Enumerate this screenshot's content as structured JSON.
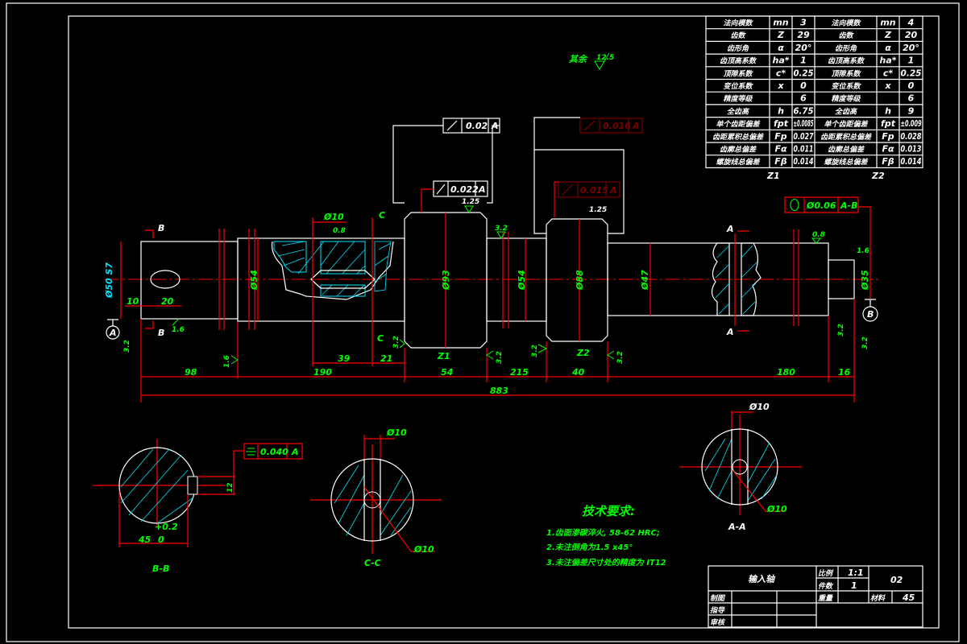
{
  "colors": {
    "background": "#000000",
    "outline": "#ffffff",
    "dimension": "#ff0000",
    "text": "#00ff00",
    "hatch": "#00e5ff"
  },
  "gear_table": {
    "rows": [
      {
        "label": "法向模数",
        "sym": "mn",
        "z1": "3",
        "label2": "法向模数",
        "sym2": "mn",
        "z2": "4"
      },
      {
        "label": "齿数",
        "sym": "Z",
        "z1": "29",
        "label2": "齿数",
        "sym2": "Z",
        "z2": "20"
      },
      {
        "label": "齿形角",
        "sym": "α",
        "z1": "20°",
        "label2": "齿形角",
        "sym2": "α",
        "z2": "20°"
      },
      {
        "label": "齿顶高系数",
        "sym": "ha*",
        "z1": "1",
        "label2": "齿顶高系数",
        "sym2": "ha*",
        "z2": "1"
      },
      {
        "label": "顶隙系数",
        "sym": "c*",
        "z1": "0.25",
        "label2": "顶隙系数",
        "sym2": "c*",
        "z2": "0.25"
      },
      {
        "label": "变位系数",
        "sym": "x",
        "z1": "0",
        "label2": "变位系数",
        "sym2": "x",
        "z2": "0"
      },
      {
        "label": "精度等级",
        "sym": "",
        "z1": "6",
        "label2": "精度等级",
        "sym2": "",
        "z2": "6"
      },
      {
        "label": "全齿高",
        "sym": "h",
        "z1": "6.75",
        "label2": "全齿高",
        "sym2": "h",
        "z2": "9"
      },
      {
        "label": "单个齿距偏差",
        "sym": "fpt",
        "z1": "±0.0085",
        "label2": "单个齿距偏差",
        "sym2": "fpt",
        "z2": "±0.009"
      },
      {
        "label": "齿距累积总偏差",
        "sym": "Fp",
        "z1": "0.027",
        "label2": "齿距累积总偏差",
        "sym2": "Fp",
        "z2": "0.028"
      },
      {
        "label": "齿廓总偏差",
        "sym": "Fα",
        "z1": "0.011",
        "label2": "齿廓总偏差",
        "sym2": "Fα",
        "z2": "0.013"
      },
      {
        "label": "螺旋线总偏差",
        "sym": "Fβ",
        "z1": "0.014",
        "label2": "螺旋线总偏差",
        "sym2": "Fβ",
        "z2": "0.014"
      }
    ],
    "z1_label": "Z1",
    "z2_label": "Z2"
  },
  "surface_note": {
    "label": "其余",
    "value": "12.5"
  },
  "main_view": {
    "dia_left": "Ø50 S7",
    "dia_54a": "Ø54",
    "dia_hole": "Ø10",
    "dia_z1": "Ø93",
    "dia_54b": "Ø54",
    "dia_z2": "Ø88",
    "dia_47": "Ø47",
    "dia_35": "Ø35",
    "key_10": "10",
    "key_20": "20",
    "len_39": "39",
    "len_21": "21",
    "len_98": "98",
    "len_190": "190",
    "len_54": "54",
    "len_215": "215",
    "len_40": "40",
    "len_180": "180",
    "len_16": "16",
    "len_total": "883",
    "gear1": "Z1",
    "gear2": "Z2",
    "sec_c": "C",
    "sec_b": "B",
    "sec_a": "A",
    "datum_a": "A",
    "datum_b": "B",
    "roughness": [
      "1.25",
      "1.25",
      "3.2",
      "0.8",
      "1.6",
      "1.6",
      "3.2",
      "1.6",
      "3.2",
      "3.2",
      "3.2",
      "3.2",
      "3.2",
      "3.2",
      "0.8"
    ],
    "tol_runout_1": {
      "value": "0.02",
      "datum": "A"
    },
    "tol_runout_2": {
      "value": "0.022",
      "datum": "A"
    },
    "tol_runout_3": {
      "value": "0.016",
      "datum": "A"
    },
    "tol_runout_4": {
      "value": "0.015",
      "datum": "A"
    },
    "tol_coaxial": {
      "value": "Ø0.06",
      "datum": "A-B"
    }
  },
  "section_bb": {
    "label": "B-B",
    "width": "45",
    "tol_upper": "+0.2",
    "tol_lower": "0",
    "key_width": "12",
    "tol_symmetry": {
      "value": "0.040",
      "datum": "A"
    }
  },
  "section_cc": {
    "label": "C-C",
    "dia_top": "Ø10",
    "dia_hole": "Ø10"
  },
  "section_aa": {
    "label": "A-A",
    "dia_top": "Ø10",
    "dia_hole": "Ø10"
  },
  "tech_req": {
    "title": "技术要求:",
    "items": [
      "1.齿面渗碳淬火, 58-62  HRC;",
      "2.未注倒角为1.5  x45°",
      "3.未注偏差尺寸处的精度为       IT12"
    ]
  },
  "title_block": {
    "part_name": "输入轴",
    "scale_label": "比例",
    "scale": "1:1",
    "qty_label": "件数",
    "qty": "1",
    "drawing_no": "02",
    "drawn_label": "制图",
    "guide_label": "指导",
    "review_label": "审核",
    "weight_label": "重量",
    "material_label": "材料",
    "material": "45"
  }
}
